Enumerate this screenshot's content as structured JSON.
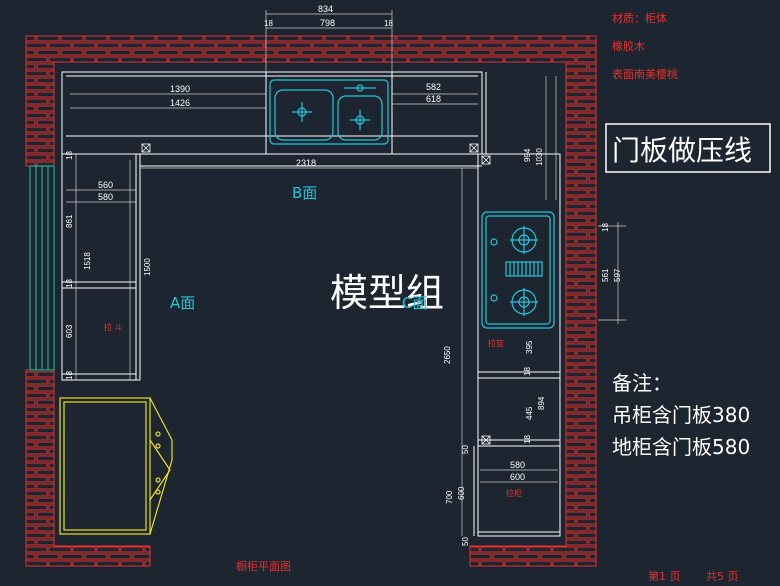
{
  "notes_material": {
    "line1": "材质：柜体",
    "line2": "橡胶木",
    "line3": "表面南美樱桃"
  },
  "stamp": "门板做压线",
  "watermark": "模型组",
  "remarks": {
    "title": "备注：",
    "line1": "吊柜含门板380",
    "line2": "地柜含门板580"
  },
  "faces": {
    "a": "A面",
    "b": "B面",
    "c": "C面"
  },
  "dims_top": {
    "overall": "834",
    "inner": "798",
    "left_18": "18",
    "right_18": "18",
    "d1390": "1390",
    "d1426": "1426",
    "d582": "582",
    "d618": "618",
    "d2318": "2318"
  },
  "dims_left": {
    "d560": "560",
    "d580": "580",
    "d861": "861",
    "d1518": "1518",
    "d1500": "1500",
    "d603": "603",
    "d18a": "18",
    "d18b": "18",
    "d18c": "18"
  },
  "dims_right": {
    "d994": "994",
    "d1030": "1030",
    "d2650": "2650",
    "d395": "395",
    "d445": "445",
    "d894": "894",
    "d18a": "18",
    "d18b": "18",
    "d18c": "18",
    "d561": "561",
    "d597": "597",
    "d580": "580",
    "d600": "600",
    "d50a": "50",
    "d50b": "50",
    "d700": "700",
    "d600v": "600"
  },
  "small_labels": {
    "left_cab": "拉 斗",
    "right_cab": "拉篮",
    "bottom_right_cab": "拉柜"
  },
  "plan_title": "橱柜平面图",
  "page": {
    "num": "第1 页",
    "total": "共5 页"
  }
}
